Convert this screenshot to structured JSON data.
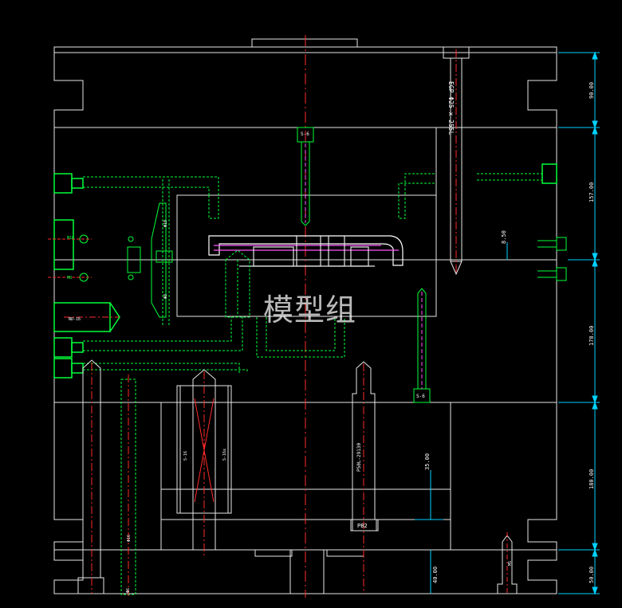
{
  "watermark": "模型组",
  "colors": {
    "background": "#000000",
    "outline": "#e6e6e6",
    "center_line": "#ff2a2a",
    "cooling": "#00ff3a",
    "dimension": "#00d2ff",
    "part": "#ff55ff",
    "text": "#ffffff"
  },
  "dimensions": {
    "top_plate": "90.00",
    "a_plate": "157.00",
    "b_plate": "178.00",
    "spacer": "180.00",
    "bottom_plate": "50.00",
    "gap": "8.50",
    "stroke": "35.00",
    "clamp": "40.00"
  },
  "labels": {
    "ejector_pin": "EGP-Φ25 x 255L",
    "support_pillar": "P50L-29130",
    "pillar_tag": "PB2",
    "screw_top": "S-6",
    "screw_bottom": "S-6",
    "spring_a": "S-16",
    "spring_b": "S-16x",
    "spring_c": "ND-16",
    "rod": "Φ16",
    "cooling_a": "Φ10",
    "cooling_b": "Φ8",
    "bolt_a": "M16",
    "bolt_b": "M8",
    "bottom_a": "Φ6",
    "bottom_b": "M5"
  }
}
